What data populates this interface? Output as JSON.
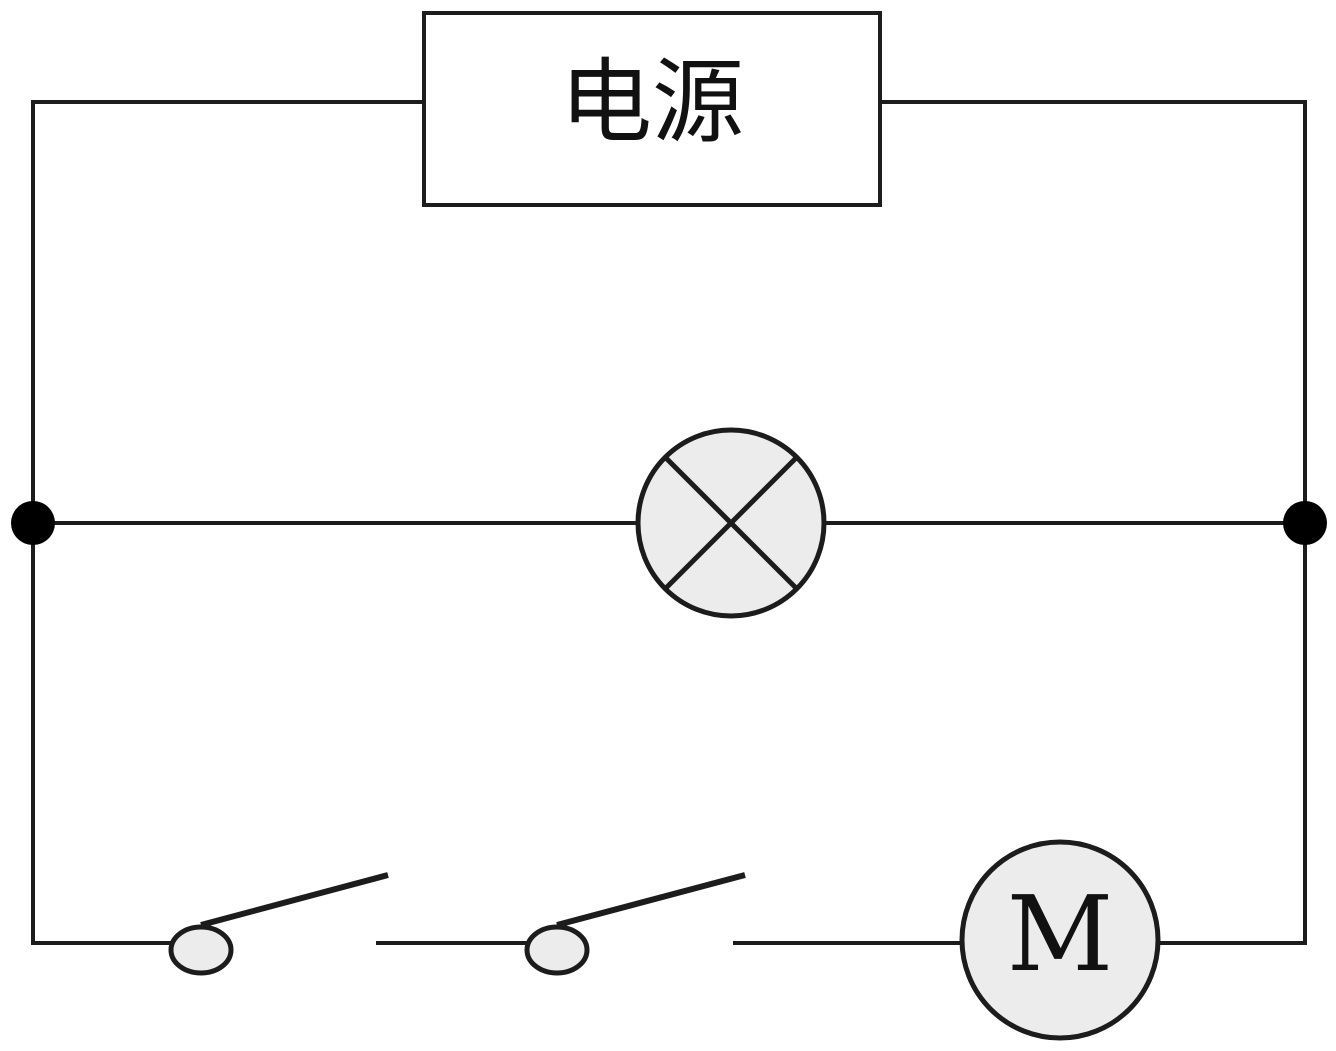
{
  "diagram": {
    "power_supply": {
      "label": "电源"
    },
    "lamp": {
      "symbol": "lamp-cross-circle"
    },
    "motor": {
      "label": "M"
    },
    "switches": [
      {
        "name": "switch-1",
        "state": "open"
      },
      {
        "name": "switch-2",
        "state": "open"
      }
    ],
    "colors": {
      "line": "#1c1c1c",
      "component_fill": "#ececec",
      "junction": "#000000",
      "background": "#ffffff"
    }
  }
}
